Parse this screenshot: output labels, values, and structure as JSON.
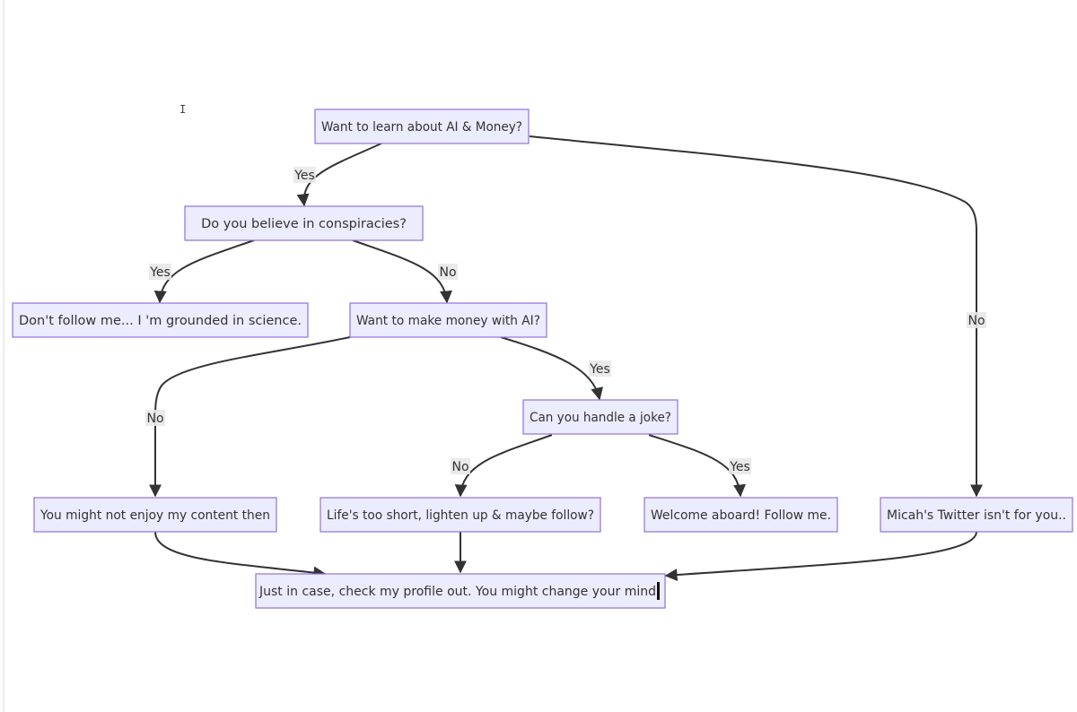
{
  "nodes": {
    "start": "Want to learn about AI & Money?",
    "conspiracies": "Do you believe in conspiracies?",
    "science": "Don't follow me... I 'm grounded in science.",
    "money": "Want to make money with AI?",
    "joke": "Can you handle a joke?",
    "not_enjoy": "You might not enjoy my content then",
    "lighten": "Life's too short, lighten up & maybe follow?",
    "welcome": "Welcome aboard! Follow me.",
    "twitter": "Micah's Twitter isn't for you..",
    "profile": "Just in case, check my profile out. You might change your mind"
  },
  "edge_labels": {
    "start_conspiracies": "Yes",
    "start_twitter": "No",
    "conspiracies_science": "Yes",
    "conspiracies_money": "No",
    "money_not_enjoy": "No",
    "money_joke": "Yes",
    "joke_lighten": "No",
    "joke_welcome": "Yes"
  },
  "cursor_glyph": "I",
  "colors": {
    "node_fill": "#ececff",
    "node_stroke": "#9370db",
    "edge": "#333333",
    "label_bg": "#e8e8e8"
  }
}
